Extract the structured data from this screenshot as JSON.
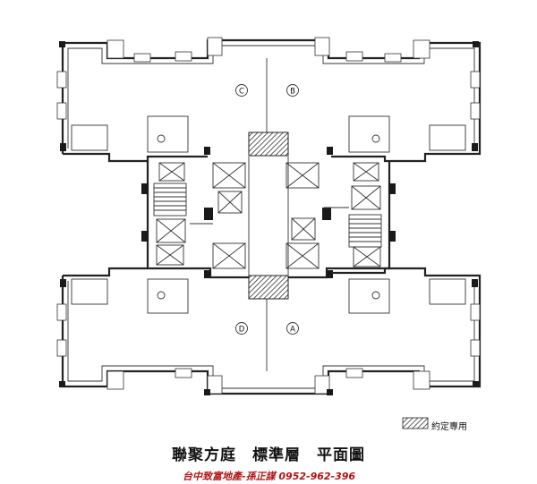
{
  "units": [
    "C",
    "B",
    "D",
    "A"
  ],
  "legend": {
    "label": "約定專用",
    "swatch_color": "#888888"
  },
  "title": "聯聚方庭　標準層　平面圖",
  "watermark": "台中致富地產-孫正謀 0952-962-396",
  "colors": {
    "line": "#222222",
    "watermark": "#b31212"
  }
}
